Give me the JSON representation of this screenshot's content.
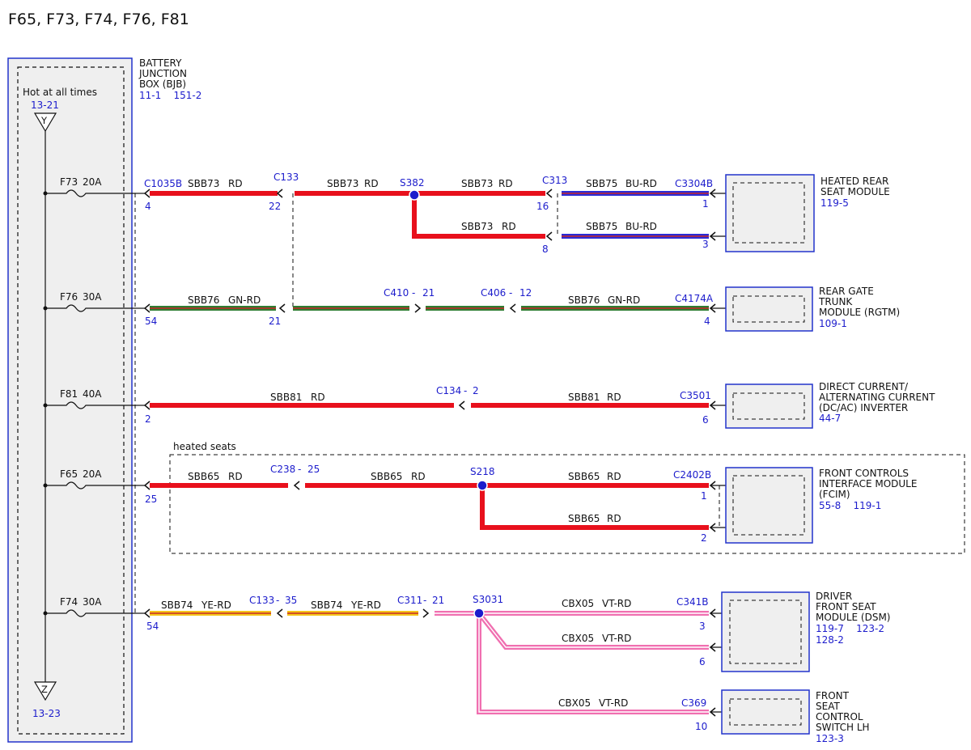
{
  "title": "F65, F73, F74, F76, F81",
  "colors": {
    "red": "#e8101c",
    "blue_wire": "#2b2bd6",
    "green": "#2e7d32",
    "green_stripe": "#c62828",
    "yellow": "#f5c518",
    "yellow_stripe": "#c62828",
    "pink": "#f06fb0",
    "pink_stripe": "#ffffff",
    "ref": "#1c1ccc",
    "box": "#2233cc",
    "panel": "#efefef"
  },
  "bjb": {
    "name_lines": [
      "BATTERY",
      "JUNCTION",
      "BOX (BJB)"
    ],
    "refs": "11-1    151-2",
    "hot_label": "Hot at all times",
    "top_ref": "13-21",
    "top_symbol": "Y",
    "bottom_symbol": "Z",
    "bottom_ref": "13-23"
  },
  "fuses": [
    {
      "name": "F73",
      "amps": "20A"
    },
    {
      "name": "F76",
      "amps": "30A"
    },
    {
      "name": "F81",
      "amps": "40A"
    },
    {
      "name": "F65",
      "amps": "20A"
    },
    {
      "name": "F74",
      "amps": "30A"
    }
  ],
  "groups": {
    "heated_seats": "heated seats"
  },
  "connectors": {
    "c1035b": "C1035B",
    "c1035b_p4": "4",
    "c1035b_p54": "54",
    "c1035b_p2": "2",
    "c1035b_p25": "25",
    "c1035b_p54b": "54",
    "c133": "C133",
    "c133_p22": "22",
    "c133_p21": "21",
    "s382": "S382",
    "c313": "C313",
    "c313_p16": "16",
    "c313_p8": "8",
    "c3304b": "C3304B",
    "c3304b_p1": "1",
    "c3304b_p3": "3",
    "c410": "C410",
    "c410_p": "21",
    "c406": "C406",
    "c406_p": "12",
    "c4174a": "C4174A",
    "c4174a_p": "4",
    "c134": "C134",
    "c134_p": "2",
    "c3501": "C3501",
    "c3501_p": "6",
    "c238": "C238",
    "c238_p": "25",
    "s218": "S218",
    "c2402b": "C2402B",
    "c2402b_p1": "1",
    "c2402b_p2": "2",
    "c133b": "C133",
    "c133b_p": "35",
    "c311": "C311",
    "c311_p": "21",
    "s3031": "S3031",
    "c341b": "C341B",
    "c341b_p3": "3",
    "c341b_p6": "6",
    "c369": "C369",
    "c369_p": "10"
  },
  "wires": {
    "w1": {
      "circuit": "SBB73",
      "color": "RD"
    },
    "w2": {
      "circuit": "SBB73",
      "color": "RD"
    },
    "w3": {
      "circuit": "SBB73",
      "color": "RD"
    },
    "w4": {
      "circuit": "SBB73",
      "color": "RD"
    },
    "w5": {
      "circuit": "SBB75",
      "color": "BU-RD"
    },
    "w6": {
      "circuit": "SBB75",
      "color": "BU-RD"
    },
    "w7": {
      "circuit": "SBB76",
      "color": "GN-RD"
    },
    "w8": {
      "circuit": "SBB76",
      "color": "GN-RD"
    },
    "w9": {
      "circuit": "SBB81",
      "color": "RD"
    },
    "w10": {
      "circuit": "SBB81",
      "color": "RD"
    },
    "w11": {
      "circuit": "SBB65",
      "color": "RD"
    },
    "w12": {
      "circuit": "SBB65",
      "color": "RD"
    },
    "w13": {
      "circuit": "SBB65",
      "color": "RD"
    },
    "w14": {
      "circuit": "SBB65",
      "color": "RD"
    },
    "w15": {
      "circuit": "SBB74",
      "color": "YE-RD"
    },
    "w16": {
      "circuit": "SBB74",
      "color": "YE-RD"
    },
    "w17": {
      "circuit": "CBX05",
      "color": "VT-RD"
    },
    "w18": {
      "circuit": "CBX05",
      "color": "VT-RD"
    },
    "w19": {
      "circuit": "CBX05",
      "color": "VT-RD"
    }
  },
  "modules": [
    {
      "lines": [
        "HEATED REAR",
        "SEAT MODULE"
      ],
      "refs": "119-5"
    },
    {
      "lines": [
        "REAR GATE",
        "TRUNK",
        "MODULE (RGTM)"
      ],
      "refs": "109-1"
    },
    {
      "lines": [
        "DIRECT CURRENT/",
        "ALTERNATING CURRENT",
        "(DC/AC) INVERTER"
      ],
      "refs": "44-7"
    },
    {
      "lines": [
        "FRONT CONTROLS",
        "INTERFACE MODULE",
        "(FCIM)"
      ],
      "refs": "55-8    119-1"
    },
    {
      "lines": [
        "DRIVER",
        "FRONT SEAT",
        "MODULE (DSM)"
      ],
      "refs": "119-7    123-2",
      "refs2": "128-2"
    },
    {
      "lines": [
        "FRONT",
        "SEAT",
        "CONTROL",
        "SWITCH LH"
      ],
      "refs": "123-3"
    }
  ]
}
